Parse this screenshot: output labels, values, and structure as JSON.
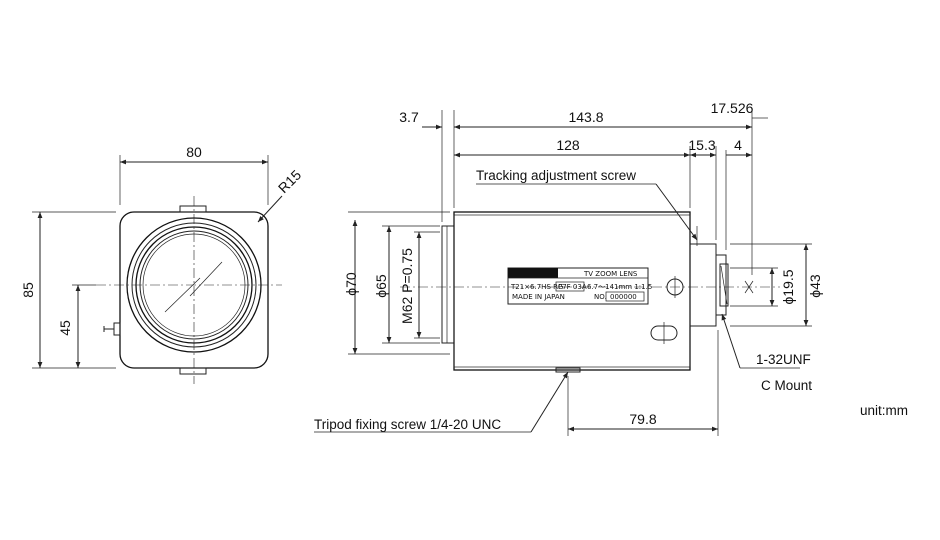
{
  "front_view": {
    "width": "80",
    "height": "85",
    "center_height": "45",
    "radius": "R15"
  },
  "side_view": {
    "flange": "3.7",
    "overall_length": "143.8",
    "body_length": "128",
    "back_focus": "17.526",
    "mount_length": "15.3",
    "mount_depth": "4",
    "dia_outer": "ϕ70",
    "dia_front": "ϕ65",
    "filter_thread": "M62 P=0.75",
    "dia_mount": "ϕ43",
    "dia_rear": "ϕ19.5",
    "tripod_offset": "79.8"
  },
  "callouts": {
    "tracking": "Tracking adjustment screw",
    "tripod": "Tripod fixing screw 1/4-20 UNC",
    "thread": "1-32UNF",
    "mount": "C Mount",
    "unit": "unit:mm"
  },
  "label_plate": {
    "title": "TV ZOOM LENS",
    "model": "T21×6.7HS RG",
    "code": "P7F 03A",
    "spec": "6.7〜141mm 1:1.5",
    "origin": "MADE IN JAPAN",
    "number_label": "NO.",
    "number": "000000"
  }
}
